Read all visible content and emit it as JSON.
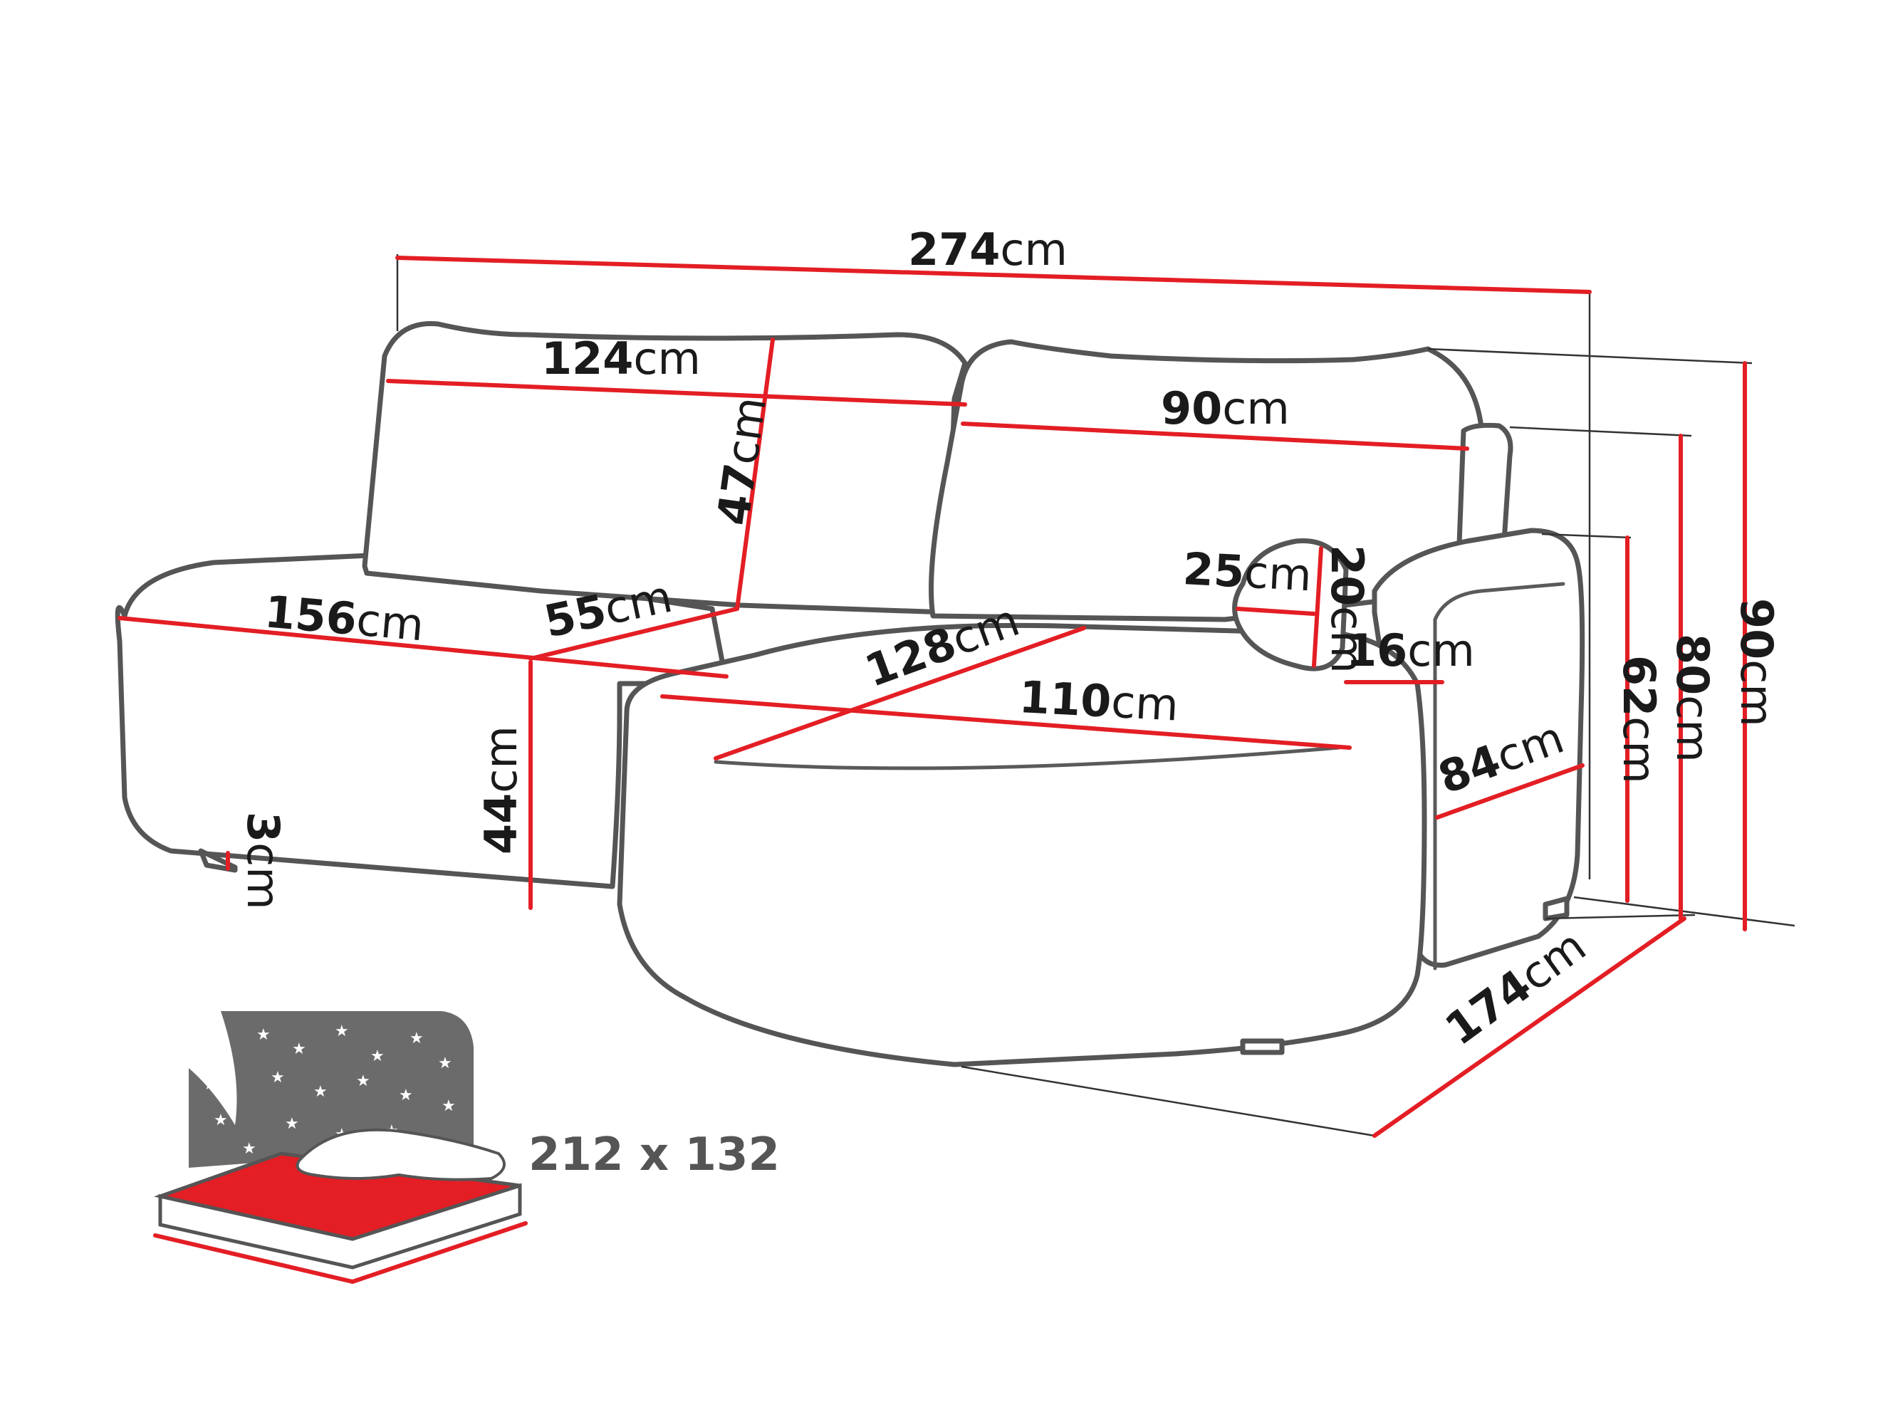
{
  "dimensions": {
    "total_width": {
      "value": "274",
      "unit": "cm"
    },
    "left_back_width": {
      "value": "124",
      "unit": "cm"
    },
    "right_back_width": {
      "value": "90",
      "unit": "cm"
    },
    "back_cushion_height": {
      "value": "47",
      "unit": "cm"
    },
    "left_seat_width": {
      "value": "156",
      "unit": "cm"
    },
    "seat_depth": {
      "value": "55",
      "unit": "cm"
    },
    "seat_height": {
      "value": "44",
      "unit": "cm"
    },
    "leg_height": {
      "value": "3",
      "unit": "cm"
    },
    "chaise_diagonal": {
      "value": "128",
      "unit": "cm"
    },
    "chaise_width": {
      "value": "110",
      "unit": "cm"
    },
    "pillow_width": {
      "value": "25",
      "unit": "cm"
    },
    "pillow_height": {
      "value": "20",
      "unit": "cm"
    },
    "armrest_width": {
      "value": "16",
      "unit": "cm"
    },
    "armrest_depth": {
      "value": "84",
      "unit": "cm"
    },
    "chaise_depth": {
      "value": "174",
      "unit": "cm"
    },
    "armrest_height": {
      "value": "62",
      "unit": "cm"
    },
    "back_height": {
      "value": "80",
      "unit": "cm"
    },
    "total_height": {
      "value": "90",
      "unit": "cm"
    }
  },
  "sleeping_area": {
    "label": "212 x 132"
  },
  "colors": {
    "dimension_line": "#e31e24",
    "outline": "#555555",
    "text": "#1a1a1a",
    "mattress": "#e31e24",
    "night_panel": "#6b6b6b"
  }
}
